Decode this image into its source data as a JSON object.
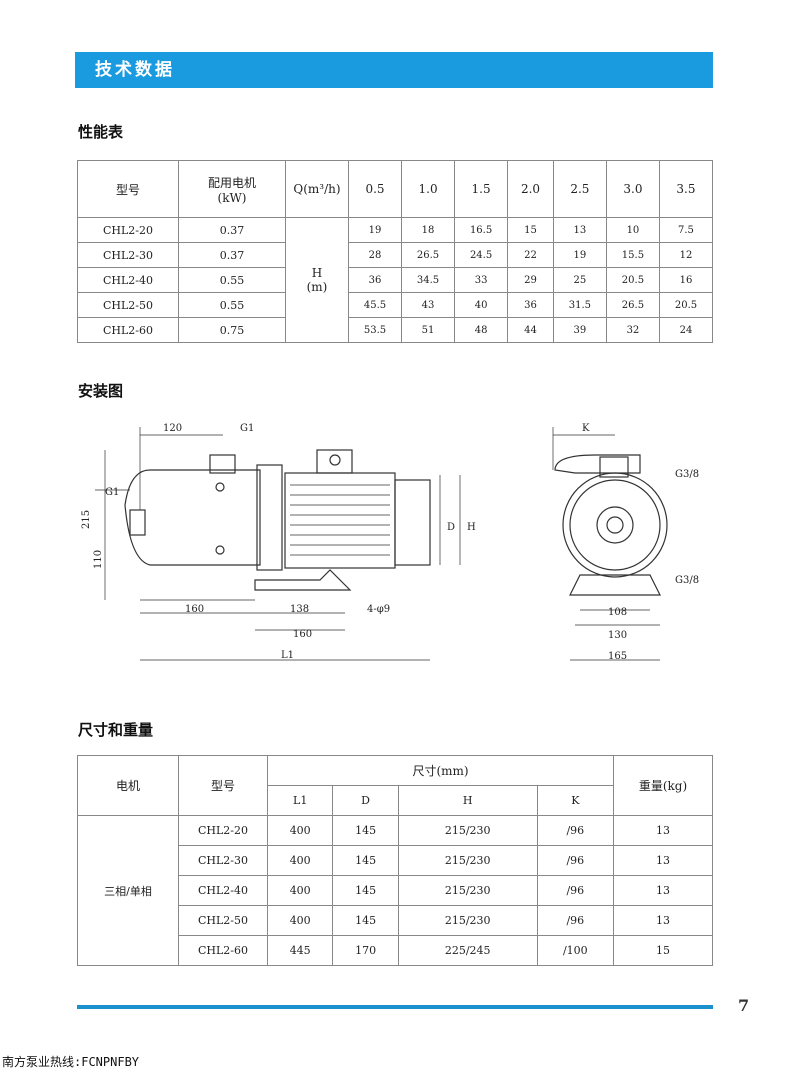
{
  "banner_title": "技术数据",
  "perf": {
    "title": "性能表",
    "h_model": "型号",
    "h_motor": "配用电机",
    "h_motor_unit": "(kW)",
    "h_q": "Q(m³/h)",
    "h_head": "H",
    "h_head_unit": "(m)",
    "flows": [
      "0.5",
      "1.0",
      "1.5",
      "2.0",
      "2.5",
      "3.0",
      "3.5"
    ],
    "rows": [
      {
        "model": "CHL2-20",
        "kw": "0.37",
        "h": [
          "19",
          "18",
          "16.5",
          "15",
          "13",
          "10",
          "7.5"
        ]
      },
      {
        "model": "CHL2-30",
        "kw": "0.37",
        "h": [
          "28",
          "26.5",
          "24.5",
          "22",
          "19",
          "15.5",
          "12"
        ]
      },
      {
        "model": "CHL2-40",
        "kw": "0.55",
        "h": [
          "36",
          "34.5",
          "33",
          "29",
          "25",
          "20.5",
          "16"
        ]
      },
      {
        "model": "CHL2-50",
        "kw": "0.55",
        "h": [
          "45.5",
          "43",
          "40",
          "36",
          "31.5",
          "26.5",
          "20.5"
        ]
      },
      {
        "model": "CHL2-60",
        "kw": "0.75",
        "h": [
          "53.5",
          "51",
          "48",
          "44",
          "39",
          "32",
          "24"
        ]
      }
    ]
  },
  "install": {
    "title": "安装图",
    "dims": {
      "d120": "120",
      "g1a": "G1",
      "g1b": "G1",
      "d215": "215",
      "d110": "110",
      "d160a": "160",
      "d138": "138",
      "hole": "4-φ9",
      "d160b": "160",
      "l1": "L1",
      "d": "D",
      "h": "H",
      "k": "K",
      "g38a": "G3/8",
      "g38b": "G3/8",
      "d108": "108",
      "d130": "130",
      "d165": "165"
    }
  },
  "dimw": {
    "title": "尺寸和重量",
    "h_motor": "电机",
    "h_model": "型号",
    "h_size": "尺寸(mm)",
    "h_weight": "重量(kg)",
    "cols": [
      "L1",
      "D",
      "H",
      "K"
    ],
    "motor_type": "三相/单相",
    "rows": [
      {
        "model": "CHL2-20",
        "l1": "400",
        "d": "145",
        "h": "215/230",
        "k": "/96",
        "w": "13"
      },
      {
        "model": "CHL2-30",
        "l1": "400",
        "d": "145",
        "h": "215/230",
        "k": "/96",
        "w": "13"
      },
      {
        "model": "CHL2-40",
        "l1": "400",
        "d": "145",
        "h": "215/230",
        "k": "/96",
        "w": "13"
      },
      {
        "model": "CHL2-50",
        "l1": "400",
        "d": "145",
        "h": "215/230",
        "k": "/96",
        "w": "13"
      },
      {
        "model": "CHL2-60",
        "l1": "445",
        "d": "170",
        "h": "225/245",
        "k": "/100",
        "w": "15"
      }
    ]
  },
  "page_number": "7",
  "hotline": "南方泵业热线:FCNPNFBY"
}
